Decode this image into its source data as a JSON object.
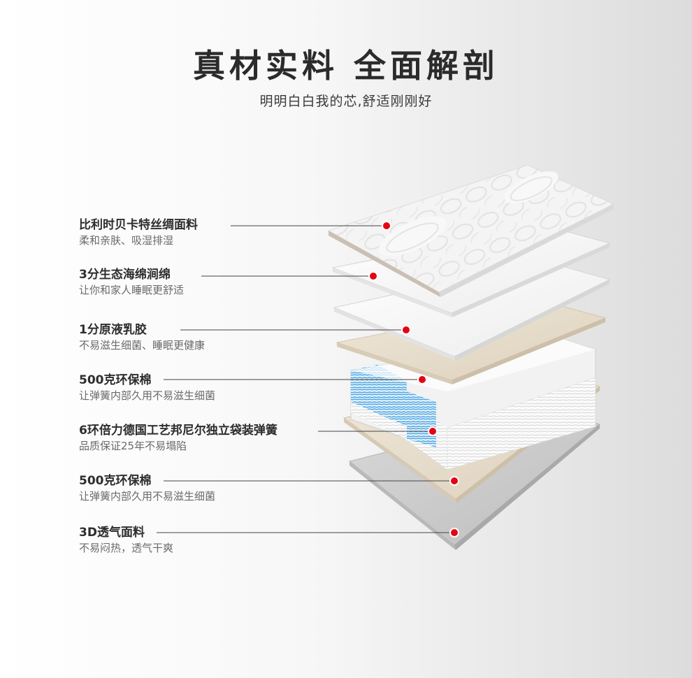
{
  "header": {
    "title": "真材实料  全面解剖",
    "subtitle": "明明白白我的芯,舒适刚刚好"
  },
  "layers": [
    {
      "title": "比利时贝卡特丝绸面料",
      "desc": "柔和亲肤、吸湿排湿"
    },
    {
      "title": "3分生态海绵涧绵",
      "desc": "让你和家人睡眠更舒适"
    },
    {
      "title": "1分原液乳胶",
      "desc": "不易滋生细菌、睡眠更健康"
    },
    {
      "title": "500克环保棉",
      "desc": "让弹簧内部久用不易滋生细菌"
    },
    {
      "title": "6环倍力德国工艺邦尼尔独立袋装弹簧",
      "desc": "品质保证25年不易塌陷"
    },
    {
      "title": "500克环保棉",
      "desc": "让弹簧内部久用不易滋生细菌"
    },
    {
      "title": "3D透气面料",
      "desc": "不易闷热，透气干爽"
    }
  ],
  "colors": {
    "marker": "#e60012",
    "top_fabric": "#f2f2f2",
    "foam": "#f7f7f7",
    "latex": "#f4f4f4",
    "cotton": "#e9dfcf",
    "spring_accent": "#3a9fe0",
    "bottom_fabric": "#cfcfcf"
  }
}
